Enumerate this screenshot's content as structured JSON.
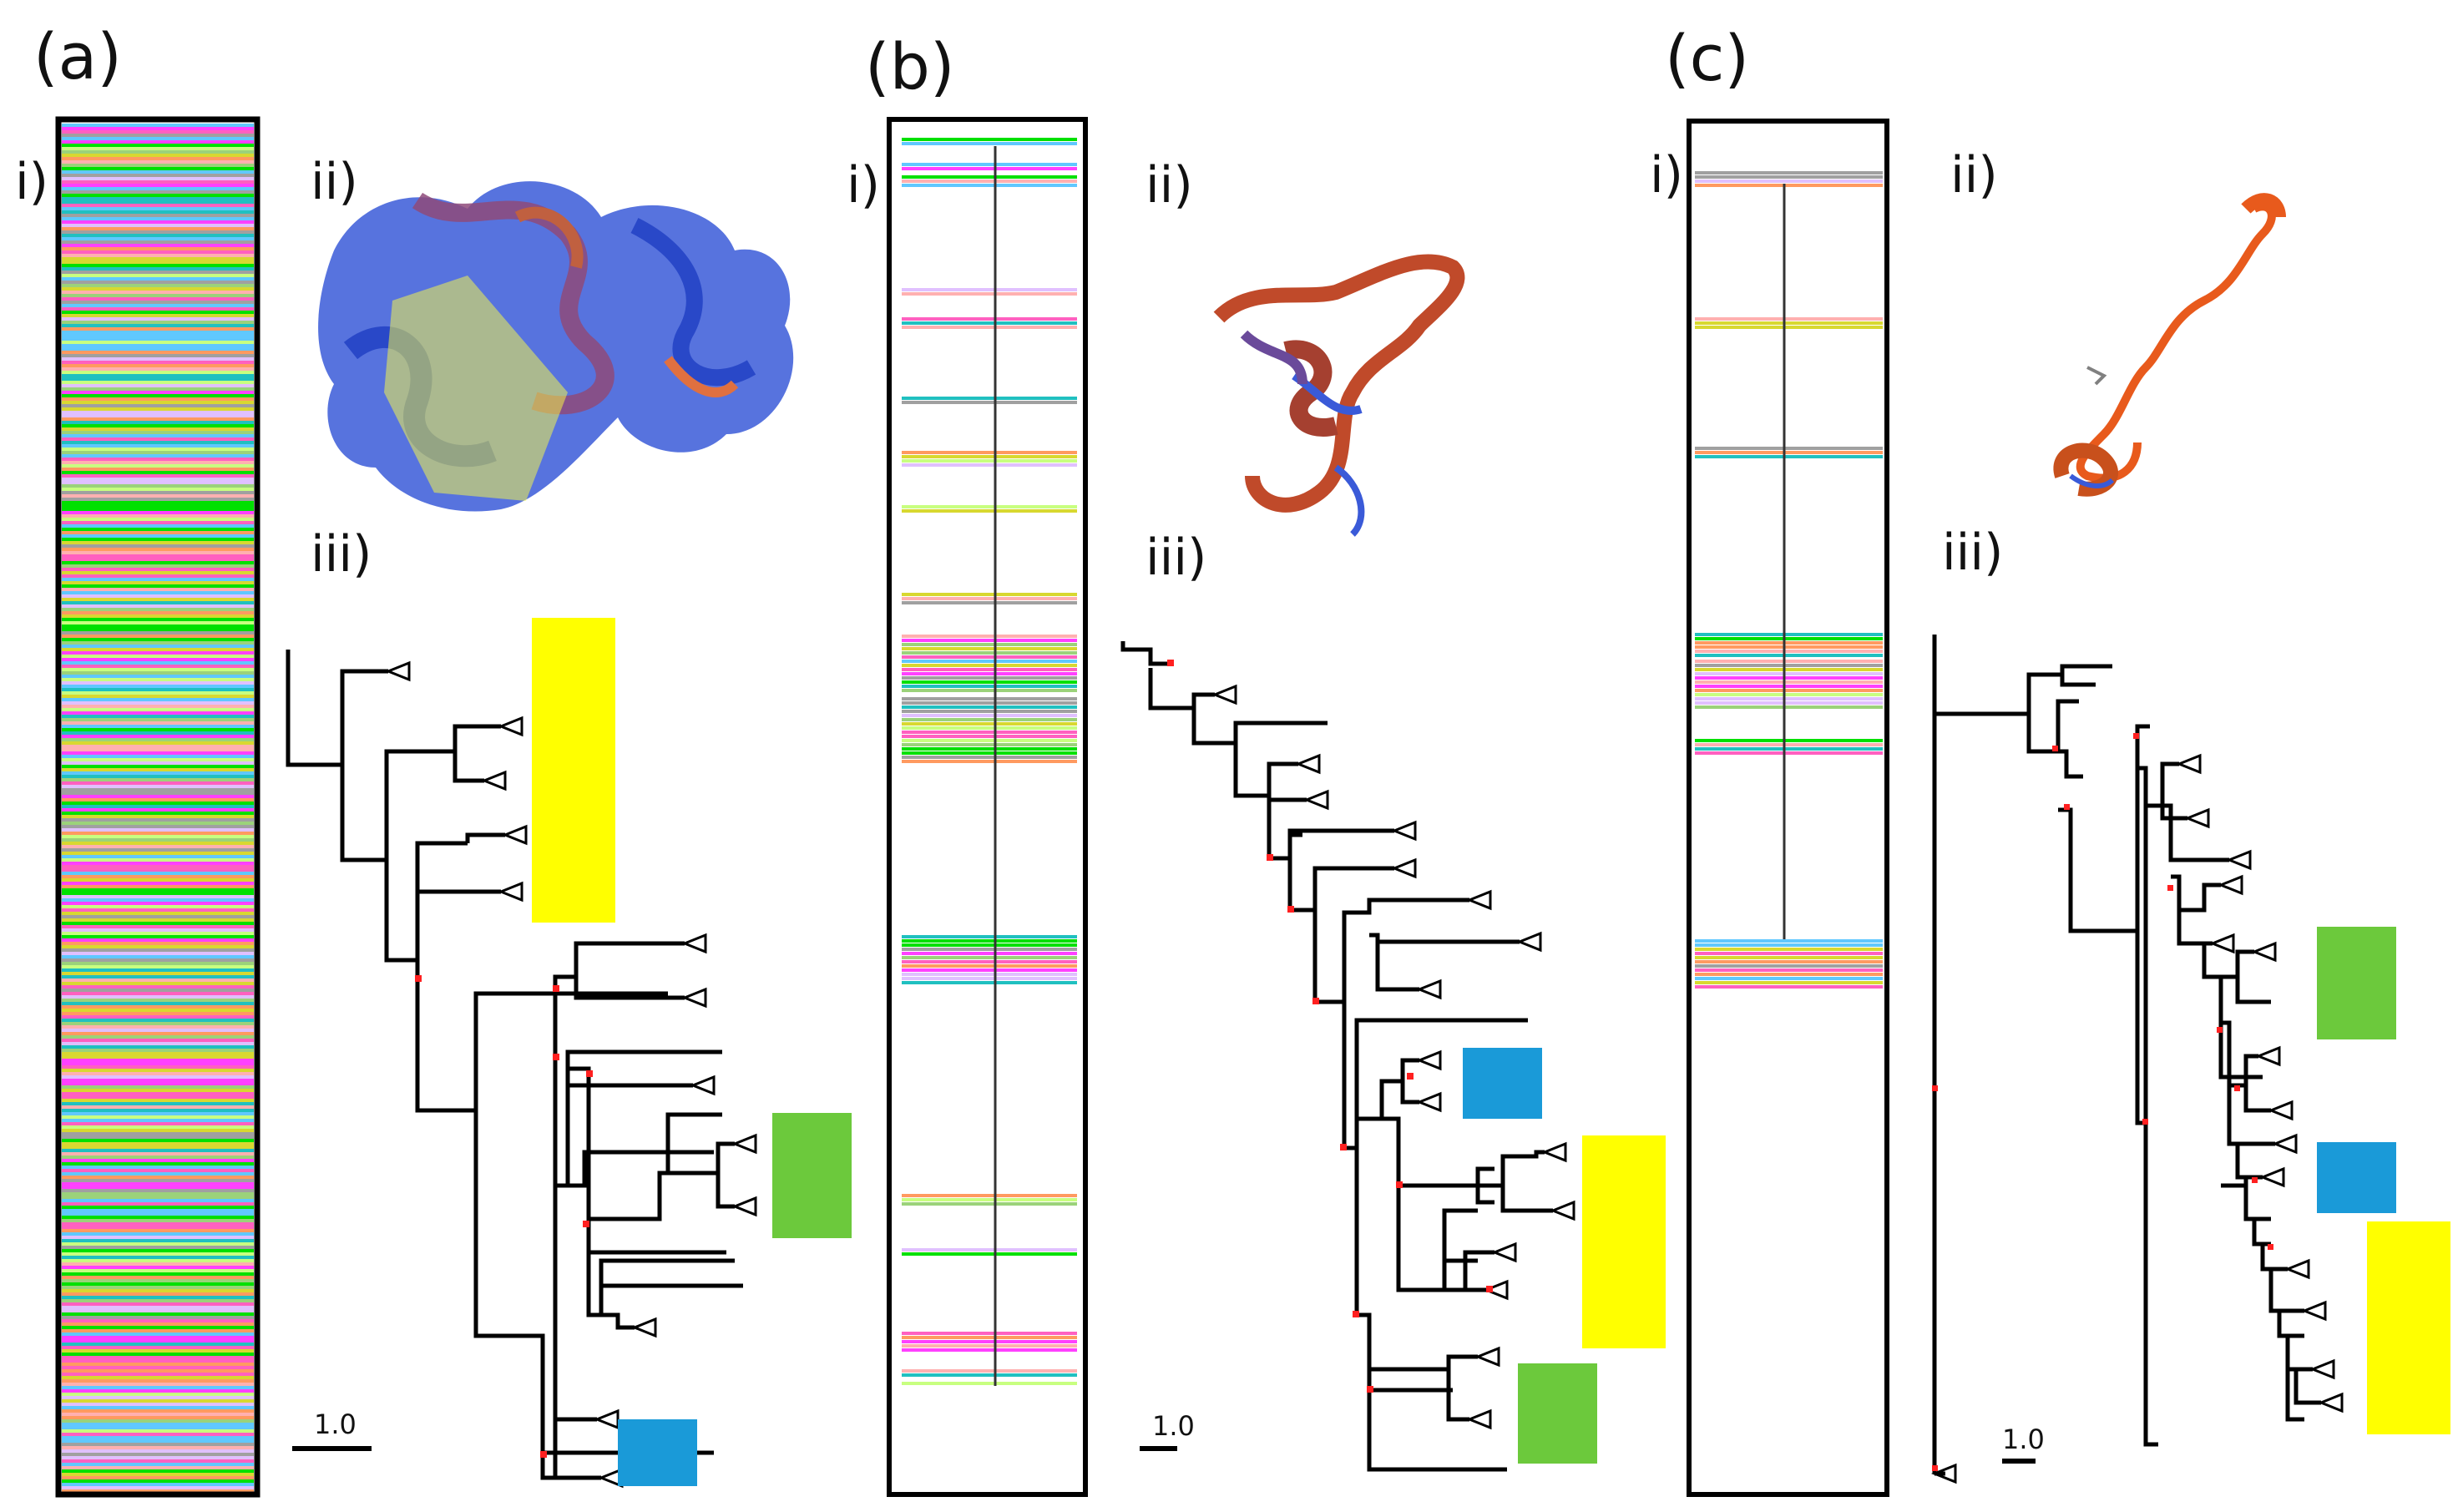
{
  "panels": {
    "a": {
      "label": "(a)",
      "i": "i)",
      "ii": "ii)",
      "iii": "iii)",
      "scale": "1.0"
    },
    "b": {
      "label": "(b)",
      "i": "i)",
      "ii": "ii)",
      "iii": "iii)",
      "scale": "1.0"
    },
    "c": {
      "label": "(c)",
      "i": "i)",
      "ii": "ii)",
      "iii": "iii)",
      "scale": "1.0"
    }
  },
  "palette": {
    "stripe_colors": [
      "#00e000",
      "#ff60c0",
      "#a0a0a0",
      "#ff9a60",
      "#d8d830",
      "#60c8ff",
      "#ff40ff",
      "#9bd27a",
      "#e0c0ff",
      "#ffb0b0",
      "#c8ff80",
      "#20c0c0"
    ],
    "highlight_yellow": "#ffff00",
    "highlight_green": "#6cc93c",
    "highlight_blue": "#1a9ad8",
    "node_red": "#ff2020",
    "protein_blue": "#2a4cc0",
    "protein_orange": "#e8581c"
  }
}
